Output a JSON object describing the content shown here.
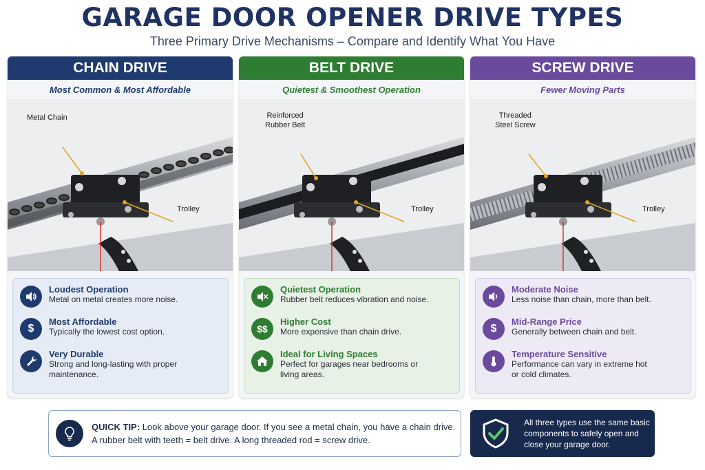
{
  "header": {
    "title": "GARAGE DOOR OPENER DRIVE TYPES",
    "subtitle": "Three Primary Drive Mechanisms – Compare and Identify What You Have"
  },
  "cards": [
    {
      "title": "CHAIN DRIVE",
      "tagline": "Most Common & Most Affordable",
      "head_color": "#1f3a6e",
      "tag_color": "#1f3a6e",
      "callout_drive": "Metal Chain",
      "callout_trolley": "Trolley",
      "features": [
        {
          "icon": "speaker-icon",
          "title": "Loudest Operation",
          "desc": "Metal on metal creates more noise."
        },
        {
          "icon": "dollar-icon",
          "title": "Most Affordable",
          "desc": "Typically the lowest cost option."
        },
        {
          "icon": "wrench-icon",
          "title": "Very Durable",
          "desc": "Strong and long-lasting with proper maintenance."
        }
      ]
    },
    {
      "title": "BELT DRIVE",
      "tagline": "Quietest & Smoothest Operation",
      "head_color": "#2e7d32",
      "tag_color": "#2e7d32",
      "callout_drive": "Reinforced\nRubber Belt",
      "callout_trolley": "Trolley",
      "features": [
        {
          "icon": "muted-speaker-icon",
          "title": "Quietest Operation",
          "desc": "Rubber belt reduces vibration and noise."
        },
        {
          "icon": "double-dollar-icon",
          "title": "Higher Cost",
          "desc": "More expensive than chain drive."
        },
        {
          "icon": "home-icon",
          "title": "Ideal for Living Spaces",
          "desc": "Perfect for garages near bedrooms or living areas."
        }
      ]
    },
    {
      "title": "SCREW DRIVE",
      "tagline": "Fewer Moving Parts",
      "head_color": "#6a4a9c",
      "tag_color": "#6a4a9c",
      "callout_drive": "Threaded\nSteel Screw",
      "callout_trolley": "Trolley",
      "features": [
        {
          "icon": "speaker-icon",
          "title": "Moderate Noise",
          "desc": "Less noise than chain, more than belt."
        },
        {
          "icon": "dollar-icon",
          "title": "Mid-Range Price",
          "desc": "Generally between chain and belt."
        },
        {
          "icon": "thermometer-icon",
          "title": "Temperature Sensitive",
          "desc": "Performance can vary in extreme hot or cold climates."
        }
      ]
    }
  ],
  "tip": {
    "label": "QUICK TIP:",
    "line1": "Look above your garage door. If you see a metal chain, you have a chain drive.",
    "line2": "A rubber belt with teeth = belt drive. A long threaded rod = screw drive."
  },
  "note": {
    "text": "All three types use the same basic components to safely open and close your garage door."
  }
}
